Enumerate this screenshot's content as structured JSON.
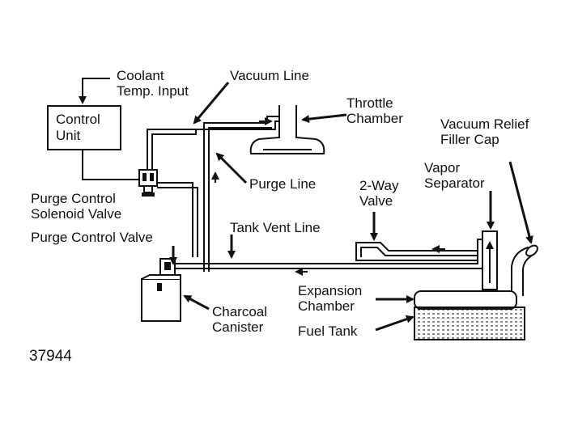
{
  "labels": {
    "coolant_line1": "Coolant",
    "coolant_line2": "Temp. Input",
    "vacuum_line": "Vacuum Line",
    "throttle_line1": "Throttle",
    "throttle_line2": "Chamber",
    "vacuum_relief_line1": "Vacuum Relief",
    "vacuum_relief_line2": "Filler Cap",
    "control_unit_line1": "Control",
    "control_unit_line2": "Unit",
    "purge_line": "Purge Line",
    "two_way_line1": "2-Way",
    "two_way_line2": "Valve",
    "vapor_sep_line1": "Vapor",
    "vapor_sep_line2": "Separator",
    "purge_solenoid_line1": "Purge Control",
    "purge_solenoid_line2": "Solenoid Valve",
    "purge_control_valve": "Purge Control Valve",
    "tank_vent_line": "Tank Vent Line",
    "expansion_line1": "Expansion",
    "expansion_line2": "Chamber",
    "fuel_tank": "Fuel Tank",
    "charcoal_line1": "Charcoal",
    "charcoal_line2": "Canister"
  },
  "figure_number": "37944"
}
